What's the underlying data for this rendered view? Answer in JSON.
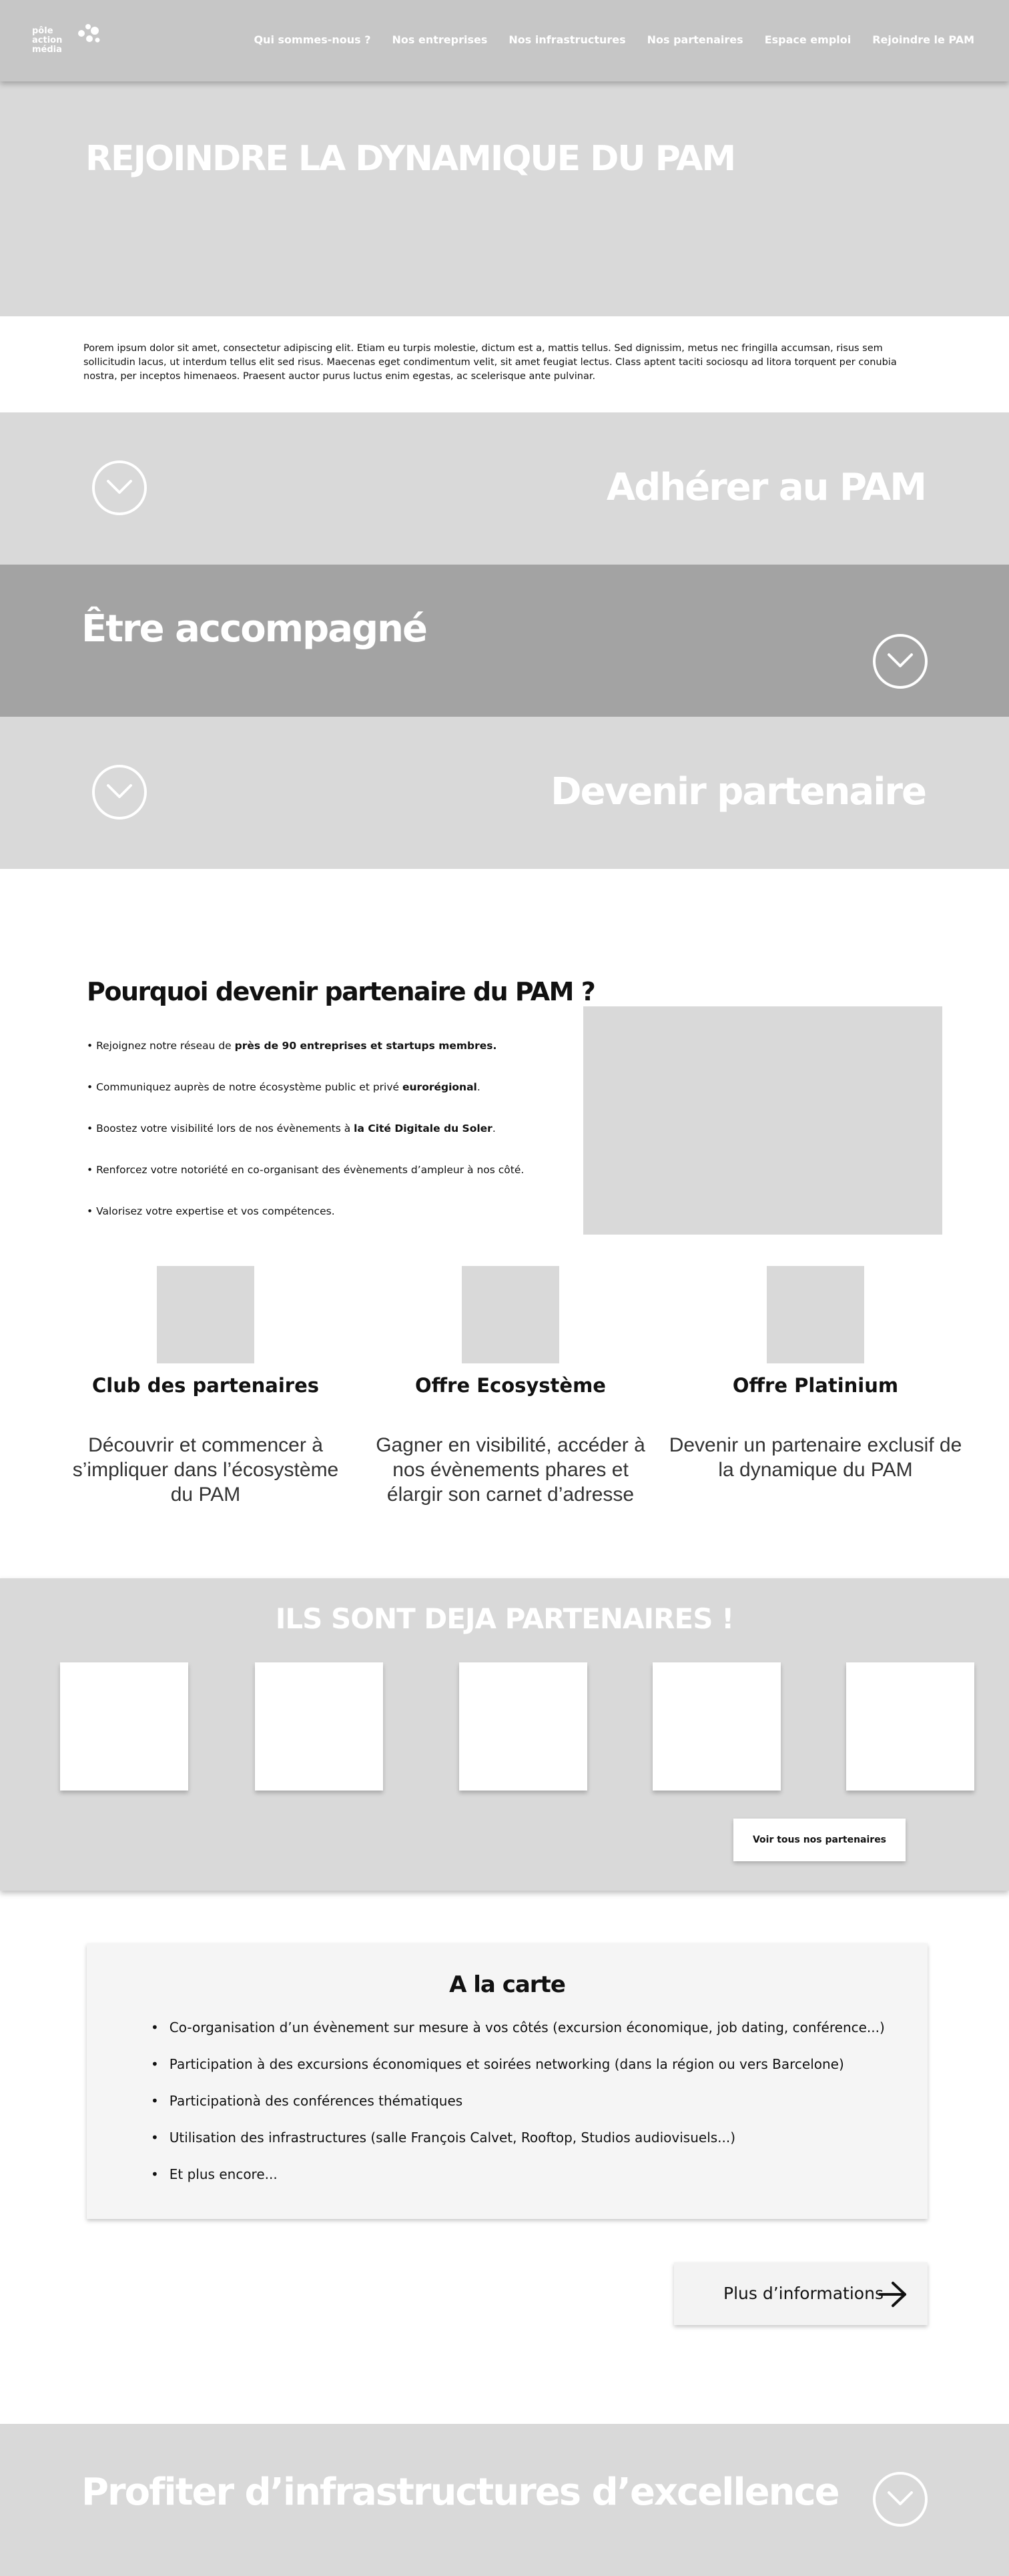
{
  "header": {
    "logo_lines": [
      "pôle",
      "action",
      "média"
    ],
    "nav": [
      "Qui sommes-nous ?",
      "Nos entreprises",
      "Nos infrastructures",
      "Nos partenaires",
      "Espace emploi",
      "Rejoindre le PAM"
    ]
  },
  "hero": {
    "title": "REJOINDRE LA DYNAMIQUE DU PAM"
  },
  "intro": "Porem ipsum dolor sit amet, consectetur adipiscing elit. Etiam eu turpis molestie, dictum est a, mattis tellus. Sed dignissim, metus nec fringilla accumsan, risus sem sollicitudin lacus, ut interdum tellus elit sed risus. Maecenas eget condimentum velit, sit amet feugiat lectus. Class aptent taciti sociosqu ad litora torquent per conubia nostra, per inceptos himenaeos. Praesent auctor purus luctus enim egestas, ac scelerisque ante pulvinar.",
  "accordion": {
    "adherer": "Adhérer au PAM",
    "accompagne": "Être accompagné",
    "partenaire": "Devenir partenaire"
  },
  "why": {
    "title": "Pourquoi devenir partenaire du PAM ?",
    "items": [
      {
        "pre": "• Rejoignez notre réseau de ",
        "bold": "près de 90 entreprises et startups membres.",
        "post": ""
      },
      {
        "pre": "• Communiquez auprès de notre écosystème public et privé ",
        "bold": "eurorégional",
        "post": "."
      },
      {
        "pre": "• Boostez votre visibilité lors de nos évènements à ",
        "bold": "la Cité Digitale du Soler",
        "post": "."
      },
      {
        "pre": "• Renforcez votre notoriété en co-organisant des évènements d’ampleur à nos côté.",
        "bold": "",
        "post": ""
      },
      {
        "pre": "• Valorisez votre expertise et vos compétences.",
        "bold": "",
        "post": ""
      }
    ]
  },
  "offers": [
    {
      "title": "Club des partenaires",
      "desc": "Découvrir et commencer à s’impliquer dans l’écosystème du PAM"
    },
    {
      "title": "Offre Ecosystème",
      "desc": "Gagner en visibilité, accéder à nos évènements phares et élargir son carnet d’adresse"
    },
    {
      "title": "Offre Platinium",
      "desc": "Devenir un partenaire exclusif de la dynamique du PAM"
    }
  ],
  "partners": {
    "title": "ILS SONT DEJA PARTENAIRES !",
    "button": "Voir tous nos partenaires"
  },
  "carte": {
    "title": "A la carte",
    "items": [
      "Co-organisation d’un évènement sur mesure à vos côtés (excursion économique, job dating, conférence...)",
      "Participation à des excursions économiques et soirées networking (dans la région ou vers Barcelone)",
      "Participationà des conférences thématiques",
      "Utilisation des infrastructures (salle François Calvet, Rooftop, Studios audiovisuels...)",
      "Et plus encore..."
    ]
  },
  "more_button": "Plus d’informations",
  "bottom": {
    "title": "Profiter d’infrastructures d’excellence"
  }
}
